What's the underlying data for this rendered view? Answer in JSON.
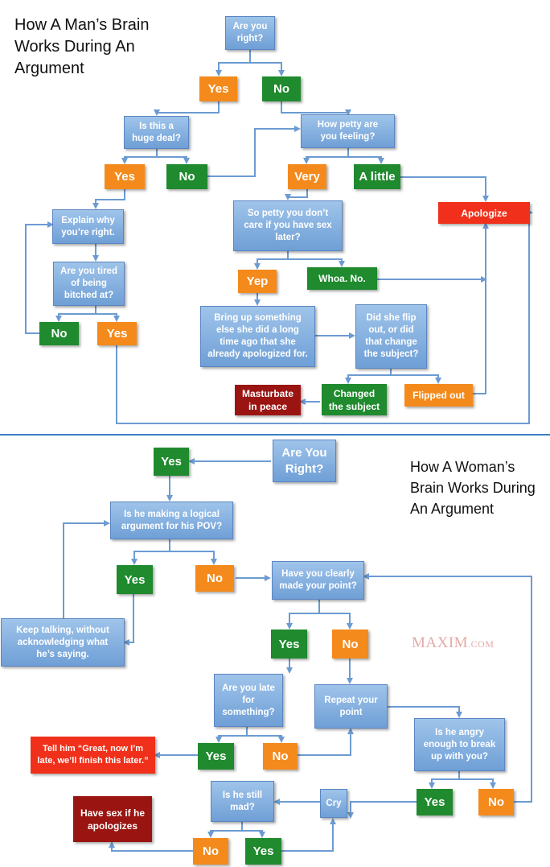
{
  "top": {
    "title": "How A Man’s Brain\nWorks During An\nArgument",
    "nodes": {
      "are_you_right": "Are you\nright?",
      "yes_1": "Yes",
      "no_1": "No",
      "huge_deal": "Is this a\nhuge deal?",
      "how_petty": "How petty are\nyou feeling?",
      "yes_2": "Yes",
      "no_2": "No",
      "very": "Very",
      "a_little": "A little",
      "explain": "Explain why\nyou’re right.",
      "so_petty": "So petty you don’t\ncare if you have sex\nlater?",
      "apologize": "Apologize",
      "tired": "Are you tired\nof being\nbitched at?",
      "yep": "Yep",
      "whoa_no": "Whoa. No.",
      "no_3": "No",
      "yes_3": "Yes",
      "bring_up": "Bring up something\nelse she did a long\ntime ago that she\nalready apologized for.",
      "flip_out": "Did she flip\nout, or did\nthat change\nthe subject?",
      "masturbate": "Masturbate\nin peace",
      "changed_subject": "Changed\nthe subject",
      "flipped_out": "Flipped out"
    }
  },
  "bottom": {
    "title": "How A Woman’s\nBrain Works During\nAn Argument",
    "brand": "MAXIM",
    "brand_suffix": ".COM",
    "nodes": {
      "yes_a": "Yes",
      "are_you_right": "Are You\nRight?",
      "logical": "Is he making a logical\nargument for his POV?",
      "yes_b": "Yes",
      "no_b": "No",
      "made_point": "Have you clearly\nmade your point?",
      "keep_talking": "Keep talking, without\nacknowledging what\nhe’s saying.",
      "yes_c": "Yes",
      "no_c": "No",
      "late": "Are you late\nfor\nsomething?",
      "repeat": "Repeat your\npoint",
      "angry": "Is he angry\nenough to break\nup with you?",
      "tell_him": "Tell him “Great, now I’m\nlate, we’ll finish this later.”",
      "yes_d": "Yes",
      "no_d": "No",
      "still_mad": "Is he still\nmad?",
      "cry": "Cry",
      "yes_e": "Yes",
      "no_e": "No",
      "have_sex": "Have sex if he\napologizes",
      "no_f": "No",
      "yes_f": "Yes"
    }
  },
  "colors": {
    "question": "#7aa8dc",
    "orange": "#f48a1c",
    "green": "#1f8a2e",
    "red": "#f0301a",
    "dark_red": "#9a1512",
    "connector": "#6c9bd2",
    "divider": "#3d7fc0"
  }
}
